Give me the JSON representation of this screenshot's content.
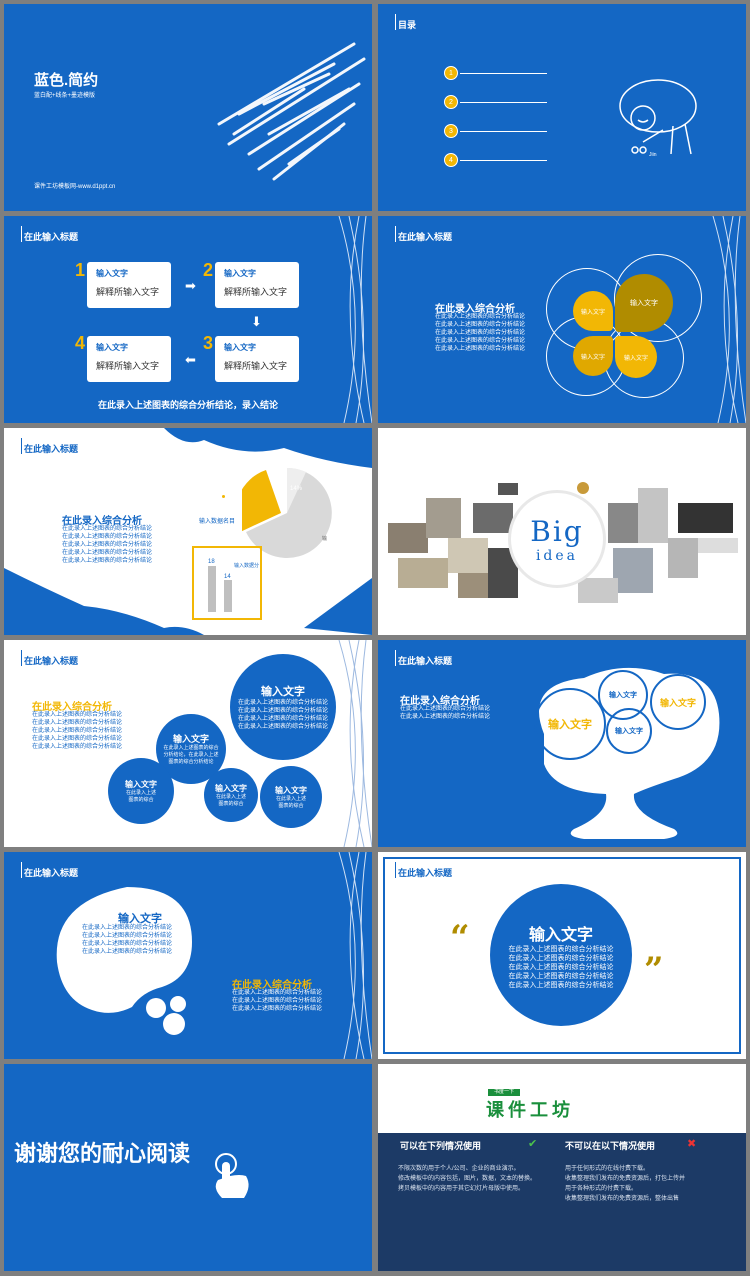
{
  "s1": {
    "title": "蓝色.简约",
    "subtitle": "蓝白配+线条+墨迹模版",
    "footer": "课件工坊模板网-www.d1ppt.cn"
  },
  "s2": {
    "title": "目录",
    "items": [
      "1",
      "2",
      "3",
      "4"
    ],
    "figure_text": "Jiin"
  },
  "s3": {
    "title": "在此输入标题",
    "cards": [
      {
        "num": "1",
        "head": "输入文字",
        "body": "解释所输入文字"
      },
      {
        "num": "2",
        "head": "输入文字",
        "body": "解释所输入文字"
      },
      {
        "num": "3",
        "head": "输入文字",
        "body": "解释所输入文字"
      },
      {
        "num": "4",
        "head": "输入文字",
        "body": "解释所输入文字"
      }
    ],
    "conclusion": "在此录入上述图表的综合分析结论，录入结论"
  },
  "s4": {
    "title": "在此输入标题",
    "heading": "在此录入综合分析",
    "lines": [
      "在此录入上述图表的综合分析结论",
      "在此录入上述图表的综合分析结论",
      "在此录入上述图表的综合分析结论",
      "在此录入上述图表的综合分析结论",
      "在此录入上述图表的综合分析结论"
    ],
    "petals": [
      "输入文字",
      "输入文字",
      "输入文字",
      "输入文字"
    ]
  },
  "s5": {
    "title": "在此输入标题",
    "heading": "在此录入综合分析",
    "lines": [
      "在此录入上述图表的综合分析结论",
      "在此录入上述图表的综合分析结论",
      "在此录入上述图表的综合分析结论",
      "在此录入上述图表的综合分析结论",
      "在此录入上述图表的综合分析结论"
    ],
    "pie_label": "输入数据名目",
    "pie_pct": "14%",
    "bars": [
      "18",
      "14"
    ],
    "bar_label": "输入数据分",
    "pie_note": "输"
  },
  "s6": {
    "big": "Big",
    "idea": "idea"
  },
  "s7": {
    "title": "在此输入标题",
    "heading": "在此录入综合分析",
    "lines": [
      "在此录入上述图表的综合分析结论",
      "在此录入上述图表的综合分析结论",
      "在此录入上述图表的综合分析结论",
      "在此录入上述图表的综合分析结论",
      "在此录入上述图表的综合分析结论"
    ],
    "big_circle": {
      "head": "输入文字",
      "lines": [
        "在此录入上述图表的综合分析结论",
        "在此录入上述图表的综合分析结论",
        "在此录入上述图表的综合分析结论",
        "在此录入上述图表的综合分析结论"
      ]
    },
    "mid_circle": {
      "head": "输入文字",
      "lines": [
        "在此录入上述图表的综合",
        "分析结论，在此录入上述",
        "图表的综合分析结论"
      ]
    },
    "small_circles": [
      {
        "head": "输入文字",
        "lines": [
          "在此录入上述",
          "图表的综合"
        ]
      },
      {
        "head": "输入文字",
        "lines": [
          "在此录入上述",
          "图表的综合"
        ]
      },
      {
        "head": "输入文字",
        "lines": [
          "在此录入上述",
          "图表的综合"
        ]
      }
    ]
  },
  "s8": {
    "title": "在此输入标题",
    "heading": "在此录入综合分析",
    "lines": [
      "在此录入上述图表的综合分析结论",
      "在此录入上述图表的综合分析结论"
    ],
    "bubbles": [
      "输入文字",
      "输入文字",
      "输入文字",
      "输入文字"
    ]
  },
  "s9": {
    "title": "在此输入标题",
    "cloud_head": "输入文字",
    "cloud_lines": [
      "在此录入上述图表的综合分析结论",
      "在此录入上述图表的综合分析结论",
      "在此录入上述图表的综合分析结论",
      "在此录入上述图表的综合分析结论"
    ],
    "heading": "在此录入综合分析",
    "lines": [
      "在此录入上述图表的综合分析结论",
      "在此录入上述图表的综合分析结论",
      "在此录入上述图表的综合分析结论"
    ]
  },
  "s10": {
    "title": "在此输入标题",
    "head": "输入文字",
    "lines": [
      "在此录入上述图表的综合分析结论",
      "在此录入上述图表的综合分析结论",
      "在此录入上述图表的综合分析结论",
      "在此录入上述图表的综合分析结论",
      "在此录入上述图表的综合分析结论"
    ],
    "quote_open": "“",
    "quote_close": "”"
  },
  "s11": {
    "thanks": "谢谢您的耐心阅读"
  },
  "s12": {
    "logo_small": "书度一下",
    "logo": "课件工坊",
    "can_title": "可以在下列情况使用",
    "cannot_title": "不可以在以下情况使用",
    "can_items": [
      "不限次数的用于个人/公司、企业的商业演示。",
      "修改模板中的内容包括，图片，数据，文本的替换。",
      "拷贝模板中的内容用于其它幻灯片母版中使用。"
    ],
    "cannot_items": [
      "用于任何形式的在线付费下载。",
      "收集整理我们发布的免费资源后，打包上传并",
      "用于各种形式的付费下载。",
      "收集整理我们发布的免费资源后，整体出售"
    ]
  },
  "colors": {
    "blue": "#1467c4",
    "gold": "#f2b705",
    "dark_gold": "#b08c00",
    "navy": "#1c3a66",
    "green": "#1a8f3c"
  }
}
